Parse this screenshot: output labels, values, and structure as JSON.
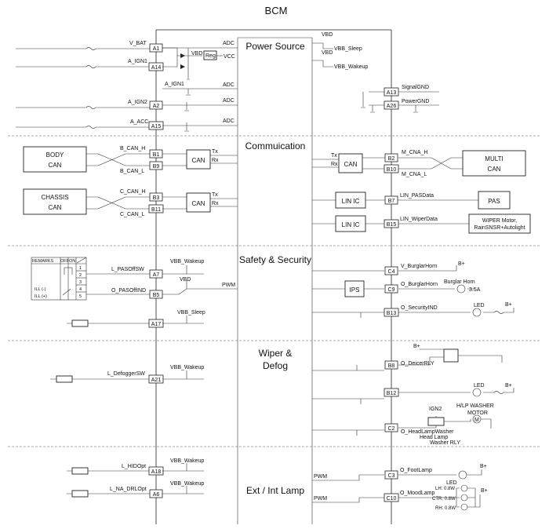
{
  "title": "BCM",
  "sections": {
    "power": "Power Source",
    "comm": "Commuication",
    "safety": "Safety & Security",
    "wiper1": "Wiper &",
    "wiper2": "Defog",
    "ext": "Ext / Int Lamp"
  },
  "pins": {
    "A1": "A1",
    "A14": "A14",
    "A2": "A2",
    "A15": "A15",
    "B1": "B1",
    "B9": "B9",
    "B3": "B3",
    "B11": "B11",
    "A7": "A7",
    "B5": "B5",
    "A17": "A17",
    "A21": "A21",
    "A18": "A18",
    "A6": "A6",
    "A13": "A13",
    "A26": "A26",
    "B2": "B2",
    "B10": "B10",
    "B7": "B7",
    "B15": "B15",
    "C4": "C4",
    "C9": "C9",
    "B13": "B13",
    "B8": "B8",
    "B12": "B12",
    "C2": "C2",
    "C3": "C3",
    "C10": "C10"
  },
  "signals": {
    "v_bat": "V_BAT",
    "a_ign1": "A_IGN1",
    "a_ign2": "A_IGN2",
    "a_acc": "A_ACC",
    "a_ign1_inner": "A_IGN1",
    "vbd": "VBD",
    "reg": "Reg",
    "vcc": "VCC",
    "adc": "ADC",
    "b_can_h": "B_CAN_H",
    "b_can_l": "B_CAN_L",
    "c_can_h": "C_CAN_H",
    "c_can_l": "C_CAN_L",
    "tx": "Tx",
    "rx": "Rx",
    "can": "CAN",
    "body_can_1": "BODY",
    "body_can_2": "CAN",
    "chassis_can_1": "CHASSIS",
    "chassis_can_2": "CAN",
    "l_pasoffsw": "L_PASOffSW",
    "o_pasoffind": "O_PASOffIND",
    "vbb_wakeup": "VBB_Wakeup",
    "vbb_sleep": "VBB_Sleep",
    "pwm": "PWM",
    "l_defoggersw": "L_DefoggerSW",
    "l_hidopt": "L_HIDOpt",
    "l_na_drlopt": "L_NA_DRLOpt",
    "vbd_r": "VBD",
    "vbb_sleep_r": "VBB_Sleep",
    "vbb_wakeup_r": "VBB_Wakeup",
    "signalgnd": "SignalGND",
    "powergnd": "PowerGND",
    "m_cna_h": "M_CNA_H",
    "m_cna_l": "M_CNA_L",
    "multi_can_1": "MULTI",
    "multi_can_2": "CAN",
    "lin_ic": "LIN IC",
    "lin_pasdata": "LIN_PASData",
    "pas": "PAS",
    "lin_wiperdata": "LIN_WiperData",
    "wiper_motor_1": "WIPER Motor,",
    "wiper_motor_2": "RainSNSR+Autolight",
    "v_burglarhorn": "V_BurglarHorn",
    "o_burglarhorn": "O_BurglarHorn",
    "ips": "IPS",
    "burglar_horn": "Burglar Horn",
    "fuse_35": "3.5A",
    "o_securityind": "O_SecurityIND",
    "led": "LED",
    "bplus": "B+",
    "o_deicerrly": "O_DeicerRLY",
    "ign2": "IGN2",
    "hlp_washer_1": "H/LP WASHER",
    "hlp_washer_2": "MOTOR",
    "motor_m": "M",
    "o_headlampwasher": "O_HeadLampWasher",
    "head_lamp": "Head Lamp",
    "washer_rly": "Washer RLY",
    "o_footlamp": "O_FootLamp",
    "o_moodlamp": "O_MoodLamp",
    "lh": "LH: 0.8W",
    "ctr": "CTR: 0.8W",
    "rh": "RH: 0.8W"
  },
  "remarks_table": {
    "header": [
      "REMARKS",
      "OFF",
      "ON"
    ],
    "rows": [
      "1",
      "2",
      "3",
      "4",
      "5"
    ],
    "ill_minus": "ILL (-)",
    "ill_plus": "ILL (+)"
  }
}
